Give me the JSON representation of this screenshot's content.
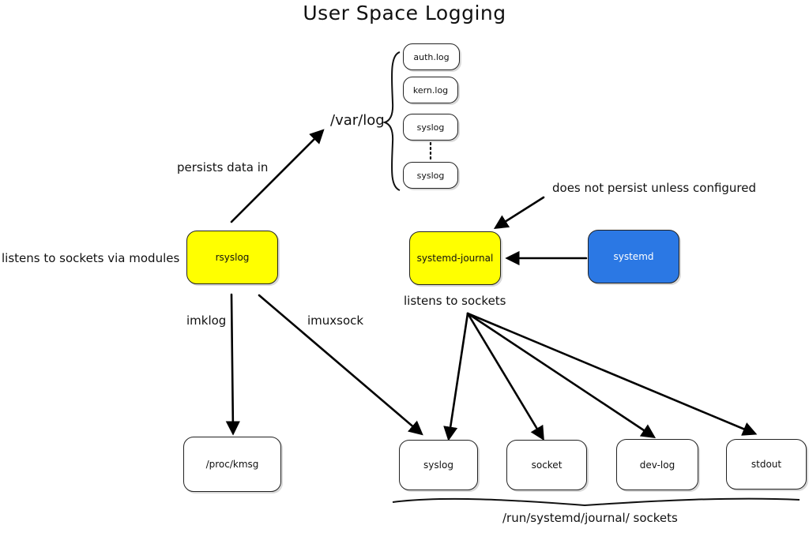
{
  "title": "User Space Logging",
  "nodes": {
    "rsyslog": "rsyslog",
    "systemd_journal": "systemd-journal",
    "systemd": "systemd",
    "proc_kmsg": "/proc/kmsg",
    "var_log": "/var/log",
    "var_log_files": [
      "auth.log",
      "kern.log",
      "syslog",
      "syslog"
    ],
    "sockets": [
      "syslog",
      "socket",
      "dev-log",
      "stdout"
    ]
  },
  "labels": {
    "persists": "persists data in",
    "listens_modules": "listens to sockets via modules",
    "does_not_persist": "does not persist unless configured",
    "listens_sockets": "listens to sockets",
    "imklog": "imklog",
    "imuxsock": "imuxsock",
    "run_sockets": "/run/systemd/journal/ sockets"
  },
  "colors": {
    "rsyslog": "#ffff00",
    "systemd_journal": "#ffff00",
    "systemd": "#2b78e4"
  }
}
